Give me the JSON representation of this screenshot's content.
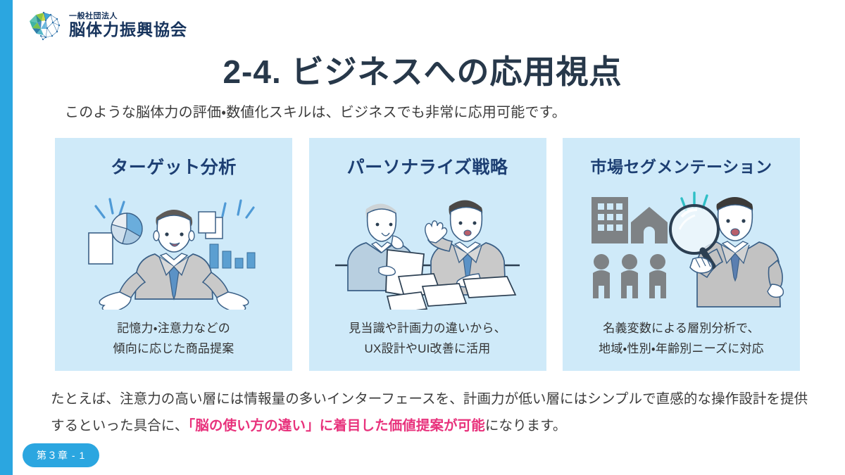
{
  "brand": {
    "org_prefix": "一般社団法人",
    "org_name": "脳体力振興協会"
  },
  "slide": {
    "title": "2-4. ビジネスへの応用視点",
    "lead": "このような脳体力の評価・数値化スキルは、ビジネスでも非常に応用可能です。",
    "footer_label": "第３章 - 1"
  },
  "colors": {
    "accent_bar": "#2ba6e0",
    "card_bg": "#cfeaf9",
    "card_title": "#1d3f73",
    "title": "#27384a",
    "highlight": "#e8327c",
    "logo_text": "#16335c"
  },
  "cards": [
    {
      "title": "ターゲット分析",
      "desc_line1": "記憶力・注意力などの",
      "desc_line2": "傾向に応じた商品提案",
      "art": "businessman-with-charts-illustration"
    },
    {
      "title": "パーソナライズ戦略",
      "desc_line1": "見当識や計画力の違いから、",
      "desc_line2": "UX設計やUI改善に活用",
      "art": "two-people-meeting-illustration"
    },
    {
      "title": "市場セグメンテーション",
      "desc_line1": "名義変数による層別分析で、",
      "desc_line2": "地域・性別・年齢別ニーズに対応",
      "art": "magnifier-market-icons-illustration"
    }
  ],
  "outro": {
    "part1": "たとえば、注意力の高い層には情報量の多いインターフェースを、計画力が低い層にはシンプルで直感的な操作設計を提供するといった具合に、",
    "highlight": "「脳の使い方の違い」に着目した価値提案が可能",
    "part2": "になります。"
  }
}
